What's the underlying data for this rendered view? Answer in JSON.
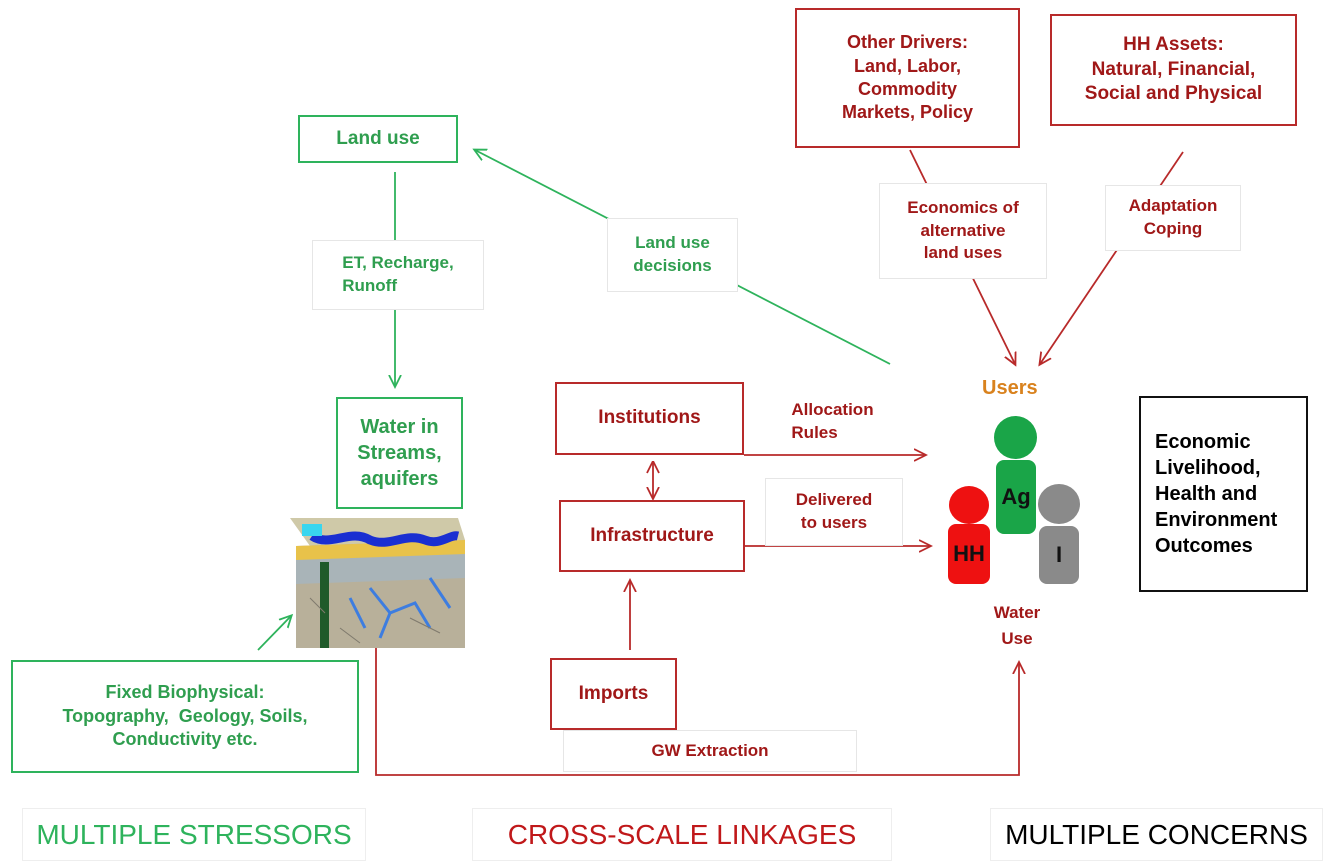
{
  "boxes": {
    "land_use": "Land use",
    "water_streams": [
      "Water in",
      "Streams,",
      "aquifers"
    ],
    "fixed_biophysical": [
      "Fixed Biophysical:",
      "Topography,  Geology, Soils,",
      "Conductivity etc."
    ],
    "institutions": "Institutions",
    "infrastructure": "Infrastructure",
    "imports": "Imports",
    "other_drivers": [
      "Other Drivers:",
      "Land, Labor,",
      "Commodity",
      "Markets, Policy"
    ],
    "hh_assets": [
      "HH Assets:",
      "Natural, Financial,",
      "Social and Physical"
    ],
    "outcomes": [
      "Economic",
      "Livelihood,",
      "Health and",
      "Environment",
      "Outcomes"
    ]
  },
  "labels": {
    "et_recharge": [
      "ET, Recharge,",
      "Runoff"
    ],
    "land_use_decisions": [
      "Land use",
      "decisions"
    ],
    "economics": [
      "Economics of",
      "alternative",
      "land uses"
    ],
    "adaptation": [
      "Adaptation",
      "Coping"
    ],
    "allocation": [
      "Allocation",
      "Rules"
    ],
    "delivered": [
      "Delivered",
      "to users"
    ],
    "gw_extraction": "GW Extraction"
  },
  "users": {
    "title": "Users",
    "ag": "Ag",
    "hh": "HH",
    "i": "I",
    "water_use": [
      "Water",
      "Use"
    ]
  },
  "footer": {
    "stressors": "MULTIPLE STRESSORS",
    "linkages": "CROSS-SCALE LINKAGES",
    "concerns": "MULTIPLE CONCERNS"
  },
  "colors": {
    "green_line": "#2eb35c",
    "green_text": "#2f9e4f",
    "red_line": "#b82a2a",
    "red_text": "#a01818",
    "users_orange": "#d9821e",
    "ag_person": "#1aa548",
    "hh_person": "#ee1111",
    "i_person": "#8a8a8a"
  },
  "icons": {
    "aquifer": "aquifer-block-diagram-icon"
  }
}
